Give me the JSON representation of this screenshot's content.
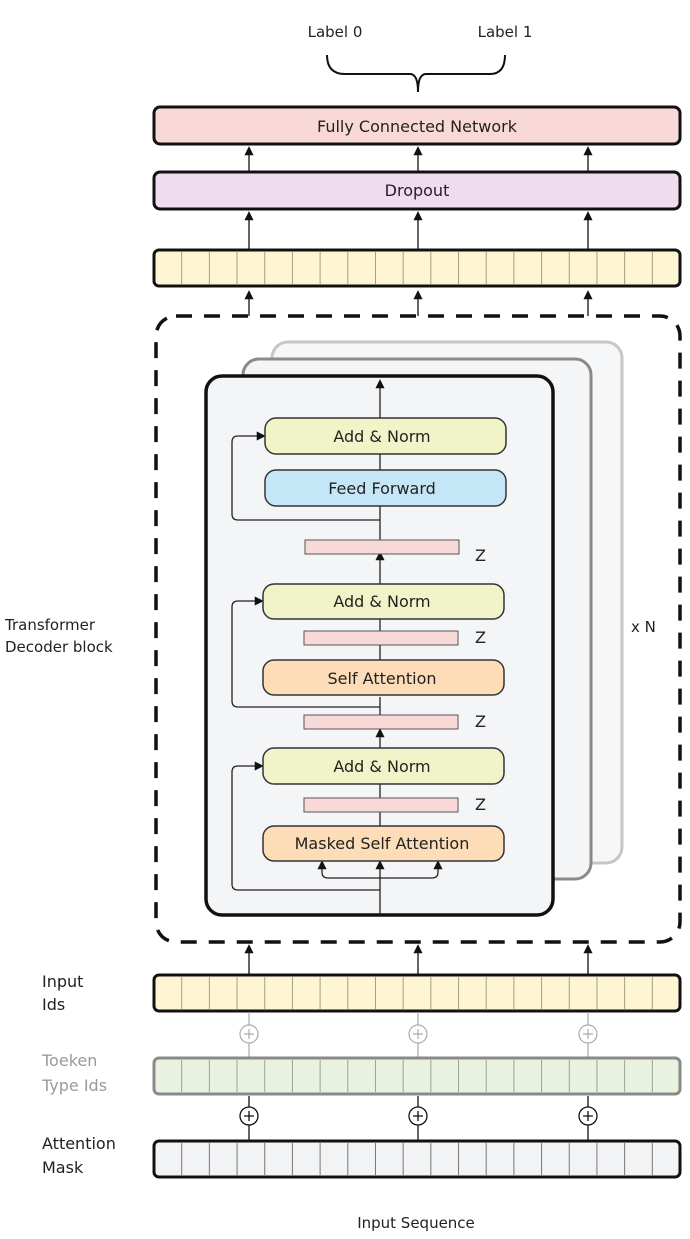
{
  "labels": {
    "label0": "Label 0",
    "label1": "Label 1",
    "fcn": "Fully Connected Network",
    "dropout": "Dropout",
    "block_title_line1": "Transformer",
    "block_title_line2": "Decoder block",
    "repeat": "x N",
    "add_norm_top": "Add & Norm",
    "feed_forward": "Feed Forward",
    "add_norm_mid": "Add & Norm",
    "self_attention": "Self Attention",
    "add_norm_bottom": "Add & Norm",
    "masked_self_attention": "Masked Self Attention",
    "z": "Z",
    "input_ids_line1": "Input",
    "input_ids_line2": "Ids",
    "token_type_line1": "Toeken",
    "token_type_line2": "Type Ids",
    "attention_mask_line1": "Attention",
    "attention_mask_line2": "Mask",
    "input_sequence": "Input Sequence"
  },
  "colors": {
    "fcn": "#f9d9d8",
    "dropout": "#efdcee",
    "embedding": "#fef5d2",
    "token_type": "#e8f2df",
    "mask": "#f2f3f5",
    "add_norm": "#f1f4c8",
    "feed_forward": "#c5e6f6",
    "attention": "#fddcb8",
    "z_vector": "#f9d9d8",
    "block_bg": "#f4f5f7"
  },
  "vector_cells": 19
}
